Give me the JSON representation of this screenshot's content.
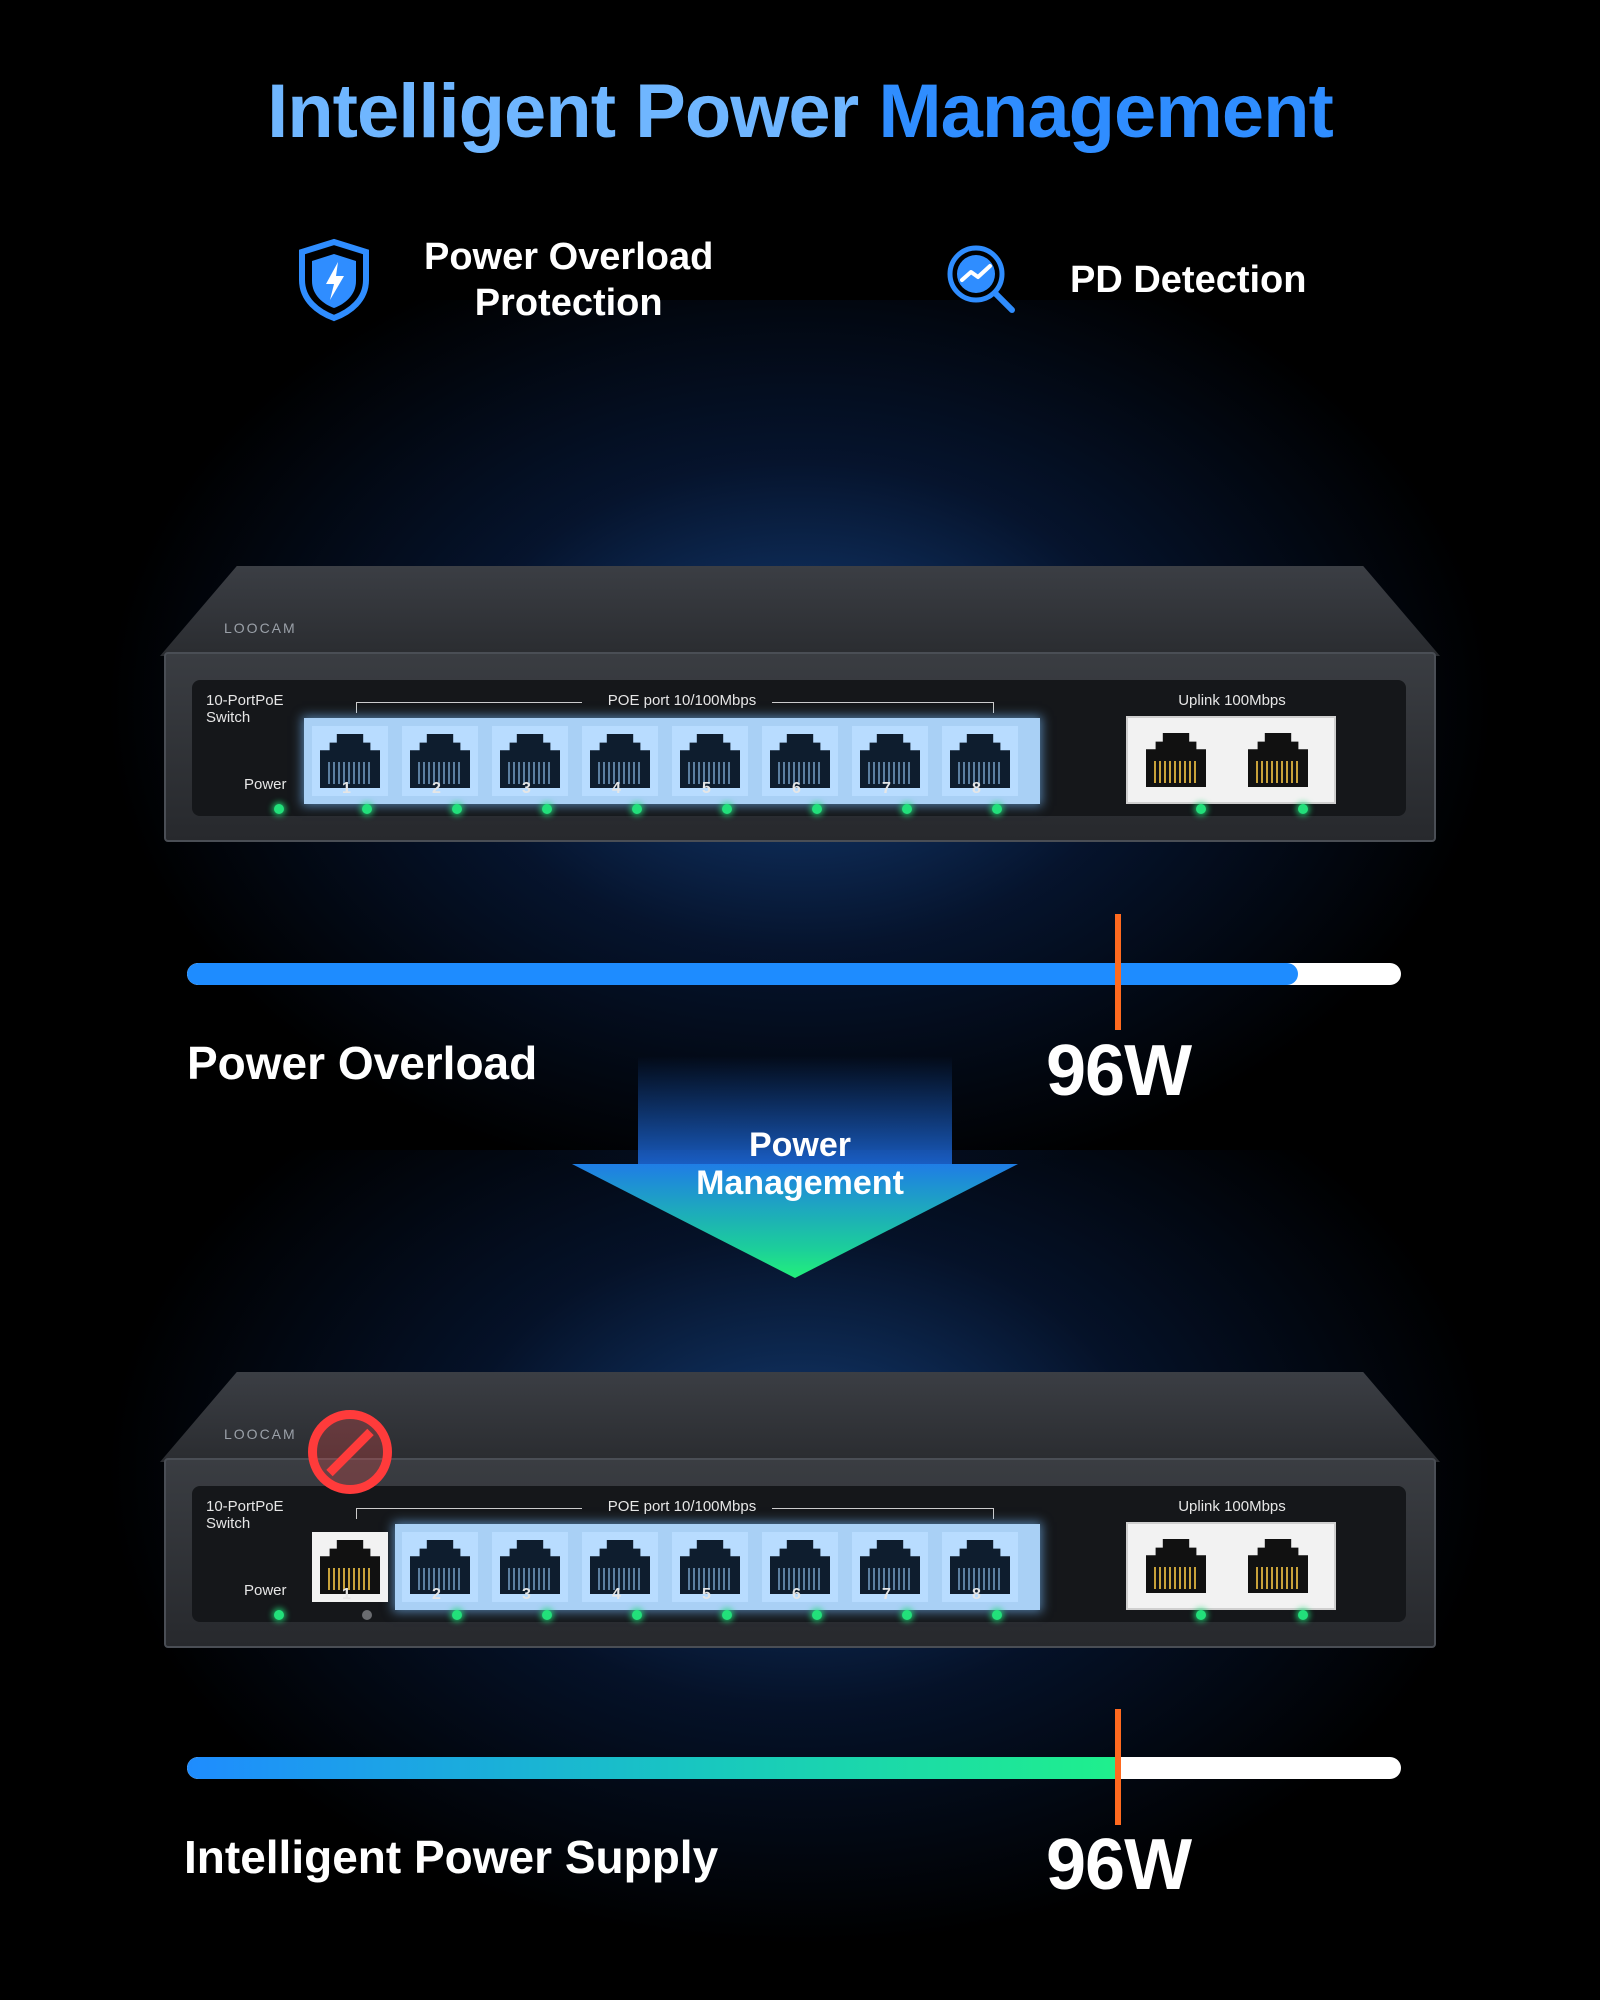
{
  "title": {
    "part1": "Intelligent Power",
    "part2": "Management"
  },
  "features": [
    {
      "icon": "shield-lightning-icon",
      "line1": "Power Overload",
      "line2": "Protection"
    },
    {
      "icon": "magnifier-chart-icon",
      "text": "PD Detection"
    }
  ],
  "switch": {
    "logo": "LOOCAM",
    "model_line1": "10-PortPoE",
    "model_line2": "Switch",
    "power_label": "Power",
    "poe_label": "POE port 10/100Mbps",
    "uplink_label": "Uplink 100Mbps",
    "ports": [
      "1",
      "2",
      "3",
      "4",
      "5",
      "6",
      "7",
      "8"
    ]
  },
  "top_section": {
    "bar_label": "Power Overload",
    "watt": "96W",
    "fill_fraction": 0.915,
    "limit_fraction": 0.767
  },
  "arrow": {
    "line1": "Power",
    "line2": "Management"
  },
  "bottom_section": {
    "bar_label": "Intelligent Power Supply",
    "watt": "96W",
    "fill_fraction": 0.767,
    "limit_fraction": 0.767,
    "disabled_port": "1"
  },
  "colors": {
    "accent_blue": "#2f8dff",
    "title_light": "#6fb6ff",
    "limit_marker": "#ff6a1f",
    "led_on": "#22e07a",
    "fill_end_green": "#1ff08c"
  }
}
